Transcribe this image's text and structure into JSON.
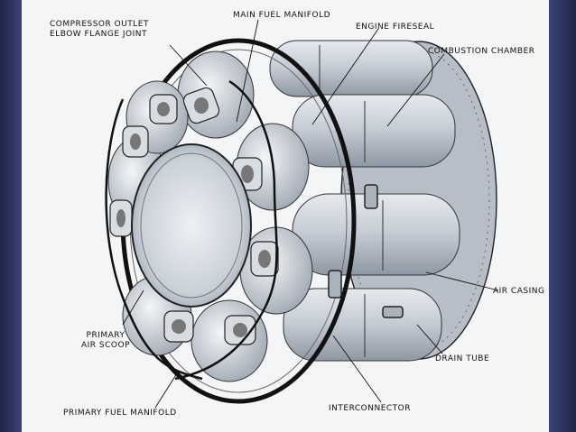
{
  "diagram": {
    "labels": {
      "compressor_outlet_line1": "COMPRESSOR OUTLET",
      "compressor_outlet_line2": "ELBOW FLANGE JOINT",
      "main_fuel_manifold": "MAIN FUEL MANIFOLD",
      "engine_fireseal": "ENGINE FIRESEAL",
      "combustion_chamber": "COMBUSTION CHAMBER",
      "air_casing": "AIR CASING",
      "drain_tube": "DRAIN TUBE",
      "interconnector": "INTERCONNECTOR",
      "primary_air_scoop_line1": "PRIMARY",
      "primary_air_scoop_line2": "AIR SCOOP",
      "primary_fuel_manifold": "PRIMARY FUEL MANIFOLD"
    }
  }
}
